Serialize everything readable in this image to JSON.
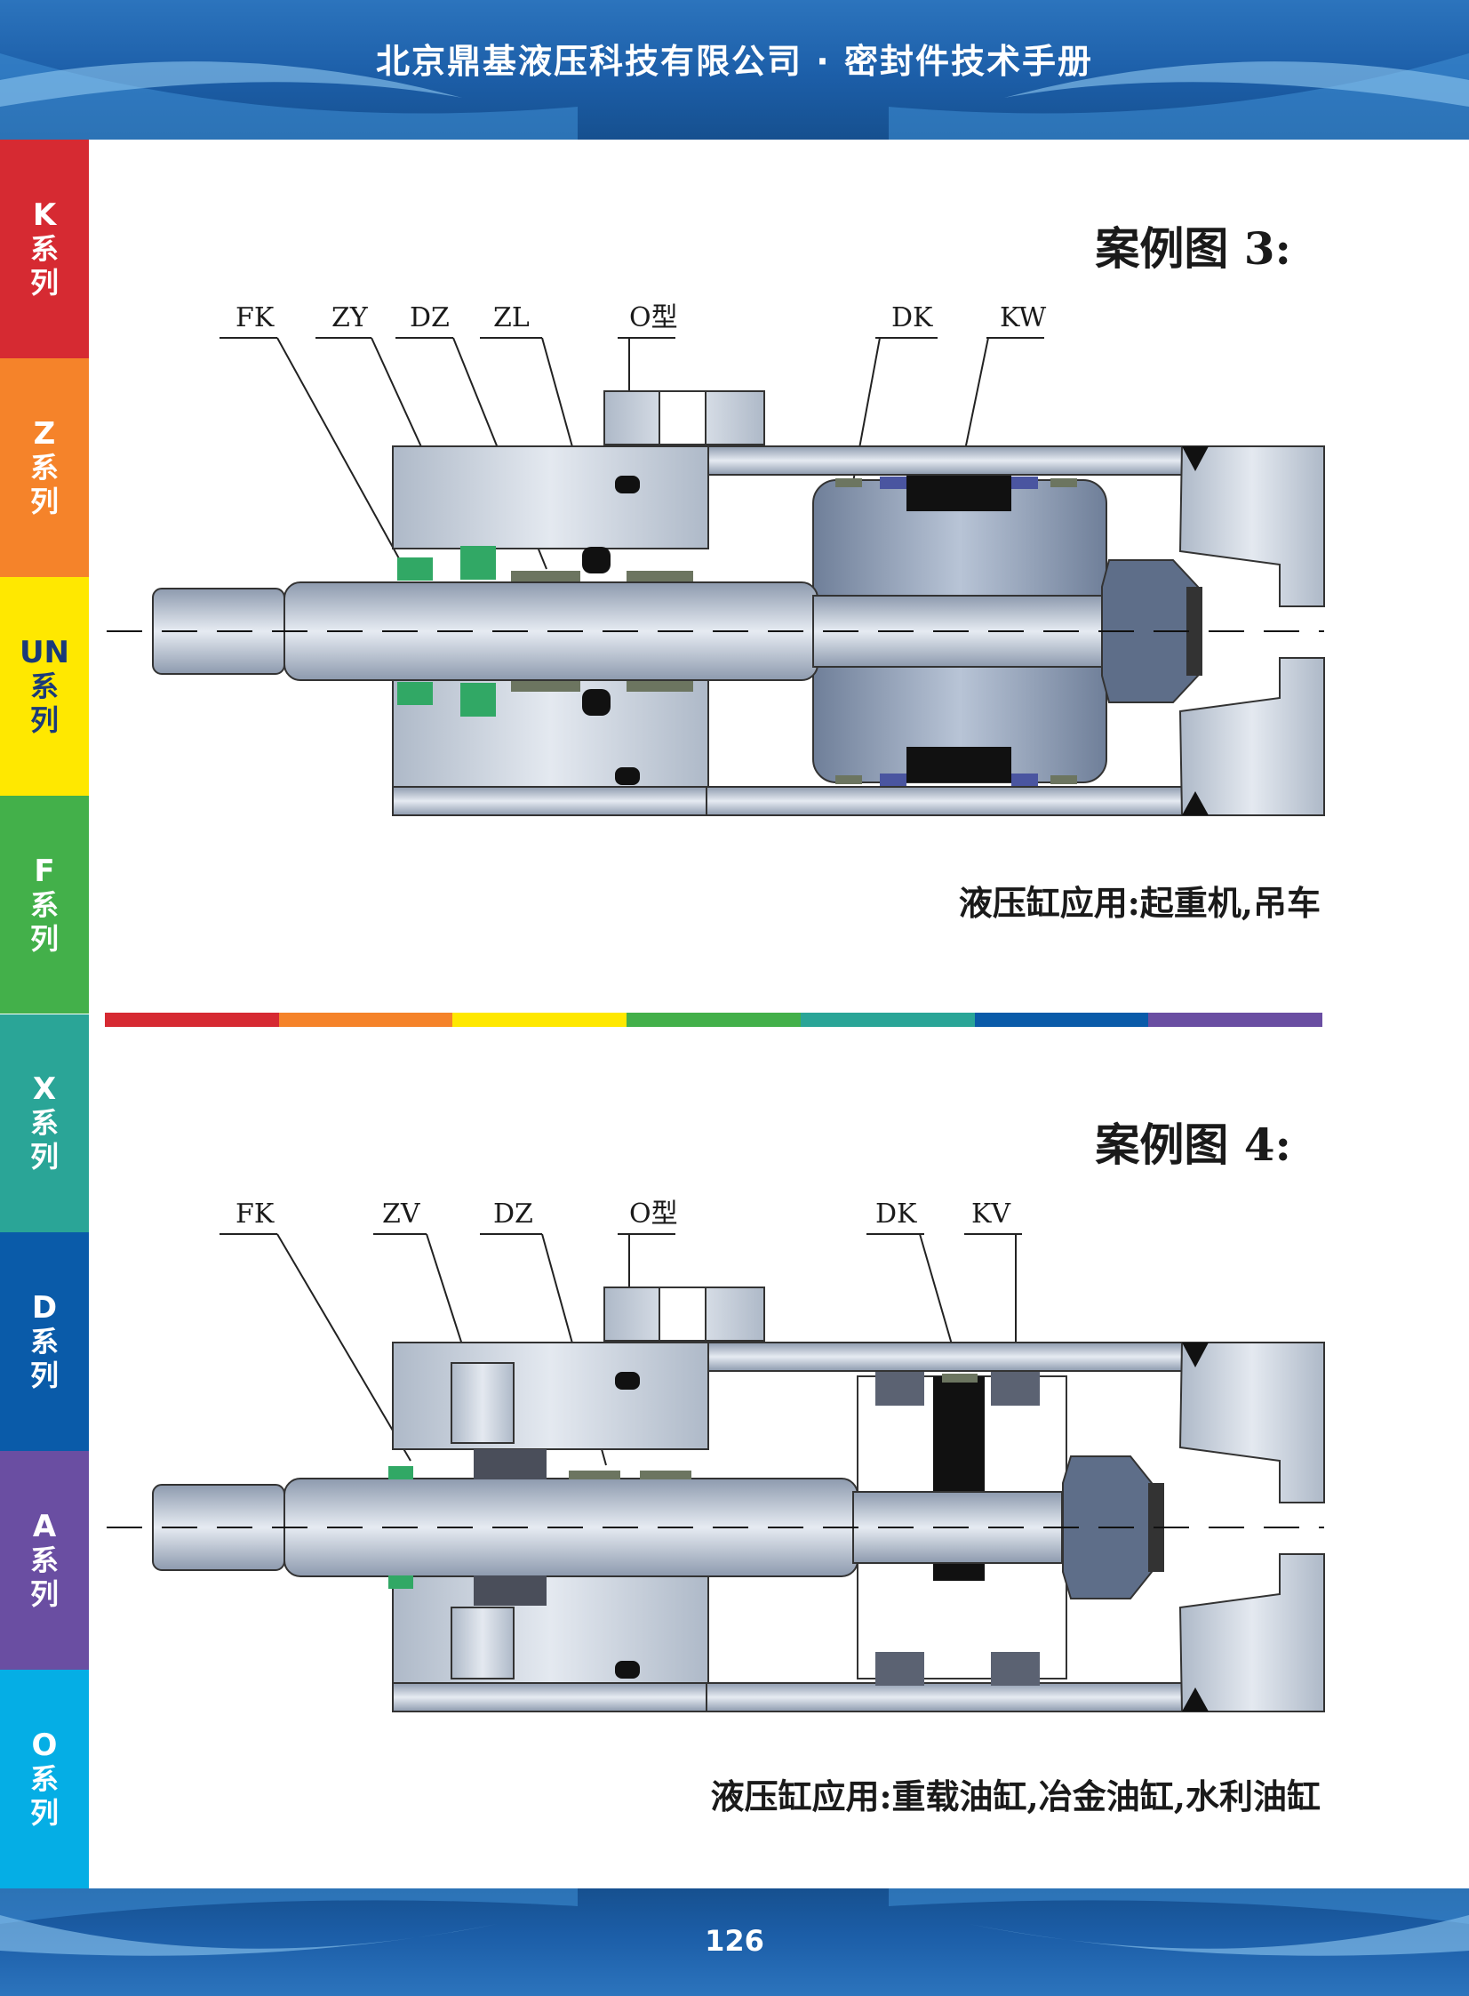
{
  "header": {
    "title": "北京鼎基液压科技有限公司 · 密封件技术手册"
  },
  "footer": {
    "page_number": "126"
  },
  "sidebar": {
    "tabs": [
      {
        "code": "K",
        "label": "系列",
        "color": "#d62a32"
      },
      {
        "code": "Z",
        "label": "系列",
        "color": "#f5832a"
      },
      {
        "code": "UN",
        "label": "系列",
        "color": "#ffe800"
      },
      {
        "code": "F",
        "label": "系列",
        "color": "#43b04a"
      },
      {
        "code": "X",
        "label": "系列",
        "color": "#2aa597"
      },
      {
        "code": "D",
        "label": "系列",
        "color": "#0a5ba9"
      },
      {
        "code": "A",
        "label": "系列",
        "color": "#6a4ea2"
      },
      {
        "code": "O",
        "label": "系列",
        "color": "#05aee5"
      }
    ]
  },
  "case3": {
    "title": "案例图 3:",
    "caption": "液压缸应用:起重机,吊车",
    "labels": [
      "FK",
      "ZY",
      "DZ",
      "ZL",
      "O型",
      "DK",
      "KW"
    ]
  },
  "case4": {
    "title": "案例图 4:",
    "caption": "液压缸应用:重载油缸,冶金油缸,水利油缸",
    "labels": [
      "FK",
      "ZV",
      "DZ",
      "O型",
      "DK",
      "KV"
    ]
  },
  "divider_colors": [
    "#d62a32",
    "#f5832a",
    "#ffe800",
    "#43b04a",
    "#2aa597",
    "#0a5ba9",
    "#6a4ea2"
  ]
}
